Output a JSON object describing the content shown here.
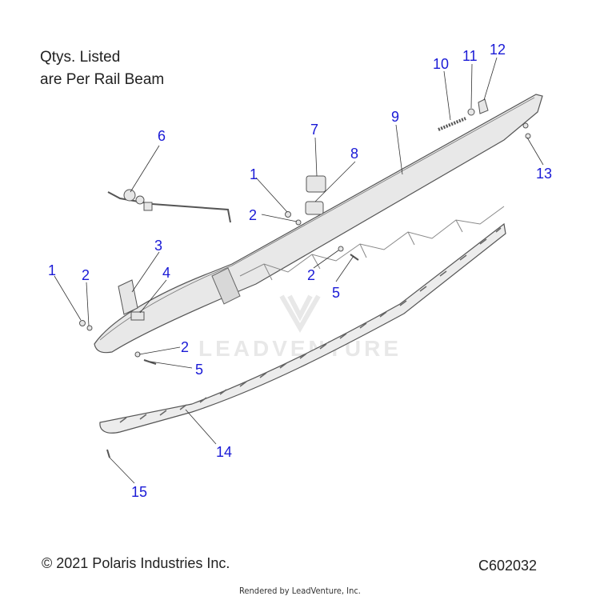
{
  "note": {
    "line1": "Qtys. Listed",
    "line2": "are Per Rail Beam"
  },
  "footer": {
    "copyright": "© 2021 Polaris Industries Inc.",
    "diagram_code": "C602032",
    "rendered_by": "Rendered by LeadVenture, Inc."
  },
  "watermark": {
    "text": "LEADVENTURE"
  },
  "colors": {
    "callout": "#1a1ad6",
    "line": "#333333",
    "part_fill": "#e6e6e6",
    "part_stroke": "#555555",
    "watermark": "#d9d9d9"
  },
  "callouts": [
    {
      "id": "c1a",
      "label": "1"
    },
    {
      "id": "c1b",
      "label": "1"
    },
    {
      "id": "c2a",
      "label": "2"
    },
    {
      "id": "c2b",
      "label": "2"
    },
    {
      "id": "c2c",
      "label": "2"
    },
    {
      "id": "c2d",
      "label": "2"
    },
    {
      "id": "c3",
      "label": "3"
    },
    {
      "id": "c4",
      "label": "4"
    },
    {
      "id": "c5a",
      "label": "5"
    },
    {
      "id": "c5b",
      "label": "5"
    },
    {
      "id": "c6",
      "label": "6"
    },
    {
      "id": "c7",
      "label": "7"
    },
    {
      "id": "c8",
      "label": "8"
    },
    {
      "id": "c9",
      "label": "9"
    },
    {
      "id": "c10",
      "label": "10"
    },
    {
      "id": "c11",
      "label": "11"
    },
    {
      "id": "c12",
      "label": "12"
    },
    {
      "id": "c13",
      "label": "13"
    },
    {
      "id": "c14",
      "label": "14"
    },
    {
      "id": "c15",
      "label": "15"
    }
  ]
}
